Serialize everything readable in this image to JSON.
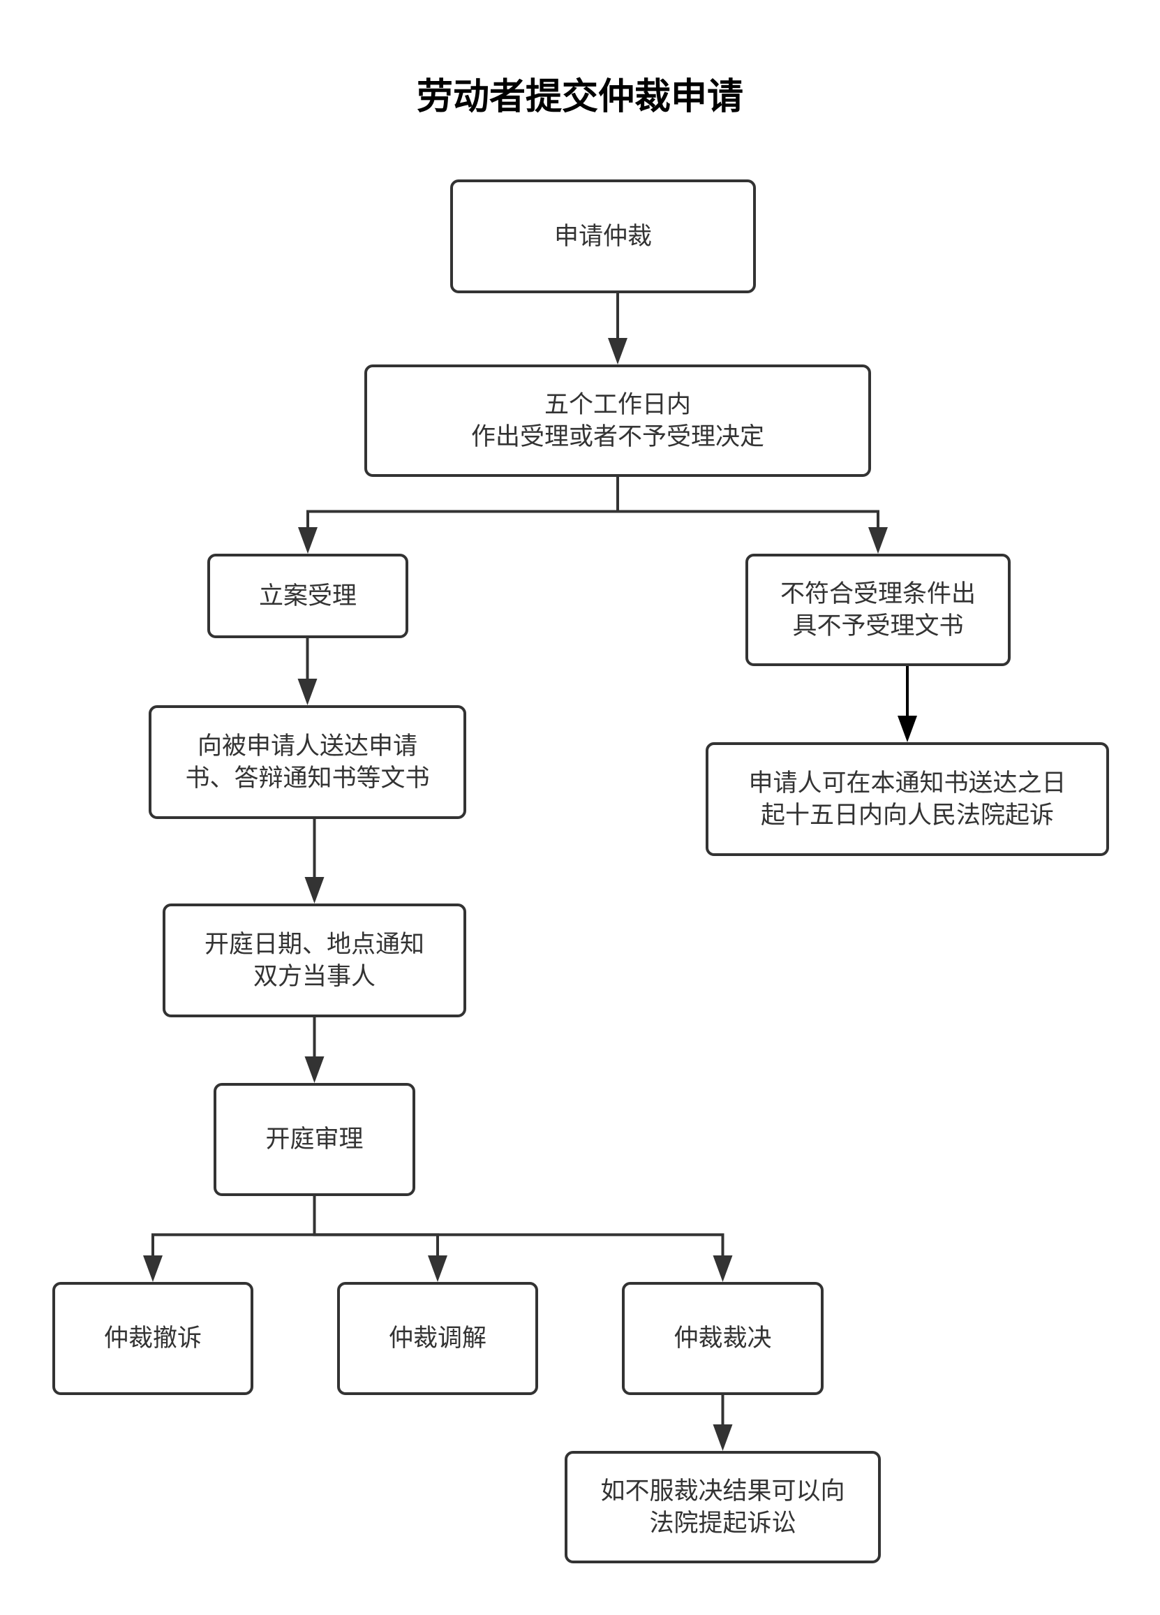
{
  "title": "劳动者提交仲裁申请",
  "colors": {
    "stroke": "#333333",
    "emphasis_arrow": "#000000",
    "text": "#333333",
    "title": "#000000",
    "background": "#ffffff"
  },
  "nodes": {
    "apply": {
      "lines": [
        "申请仲裁"
      ]
    },
    "decision": {
      "lines": [
        "五个工作日内",
        "作出受理或者不予受理决定"
      ]
    },
    "accept": {
      "lines": [
        "立案受理"
      ]
    },
    "reject": {
      "lines": [
        "不符合受理条件出",
        "具不予受理文书"
      ]
    },
    "reject_sue": {
      "lines": [
        "申请人可在本通知书送达之日",
        "起十五日内向人民法院起诉"
      ]
    },
    "serve": {
      "lines": [
        "向被申请人送达申请",
        "书、答辩通知书等文书"
      ]
    },
    "notify": {
      "lines": [
        "开庭日期、地点通知",
        "双方当事人"
      ]
    },
    "hearing": {
      "lines": [
        "开庭审理"
      ]
    },
    "withdraw": {
      "lines": [
        "仲裁撤诉"
      ]
    },
    "mediation": {
      "lines": [
        "仲裁调解"
      ]
    },
    "award": {
      "lines": [
        "仲裁裁决"
      ]
    },
    "appeal": {
      "lines": [
        "如不服裁决结果可以向",
        "法院提起诉讼"
      ]
    }
  },
  "edges": [
    {
      "from": "apply",
      "to": "decision"
    },
    {
      "from": "decision",
      "to": "accept"
    },
    {
      "from": "decision",
      "to": "reject"
    },
    {
      "from": "reject",
      "to": "reject_sue",
      "emphasis": true
    },
    {
      "from": "accept",
      "to": "serve"
    },
    {
      "from": "serve",
      "to": "notify"
    },
    {
      "from": "notify",
      "to": "hearing"
    },
    {
      "from": "hearing",
      "to": "withdraw"
    },
    {
      "from": "hearing",
      "to": "mediation"
    },
    {
      "from": "hearing",
      "to": "award"
    },
    {
      "from": "award",
      "to": "appeal"
    }
  ]
}
